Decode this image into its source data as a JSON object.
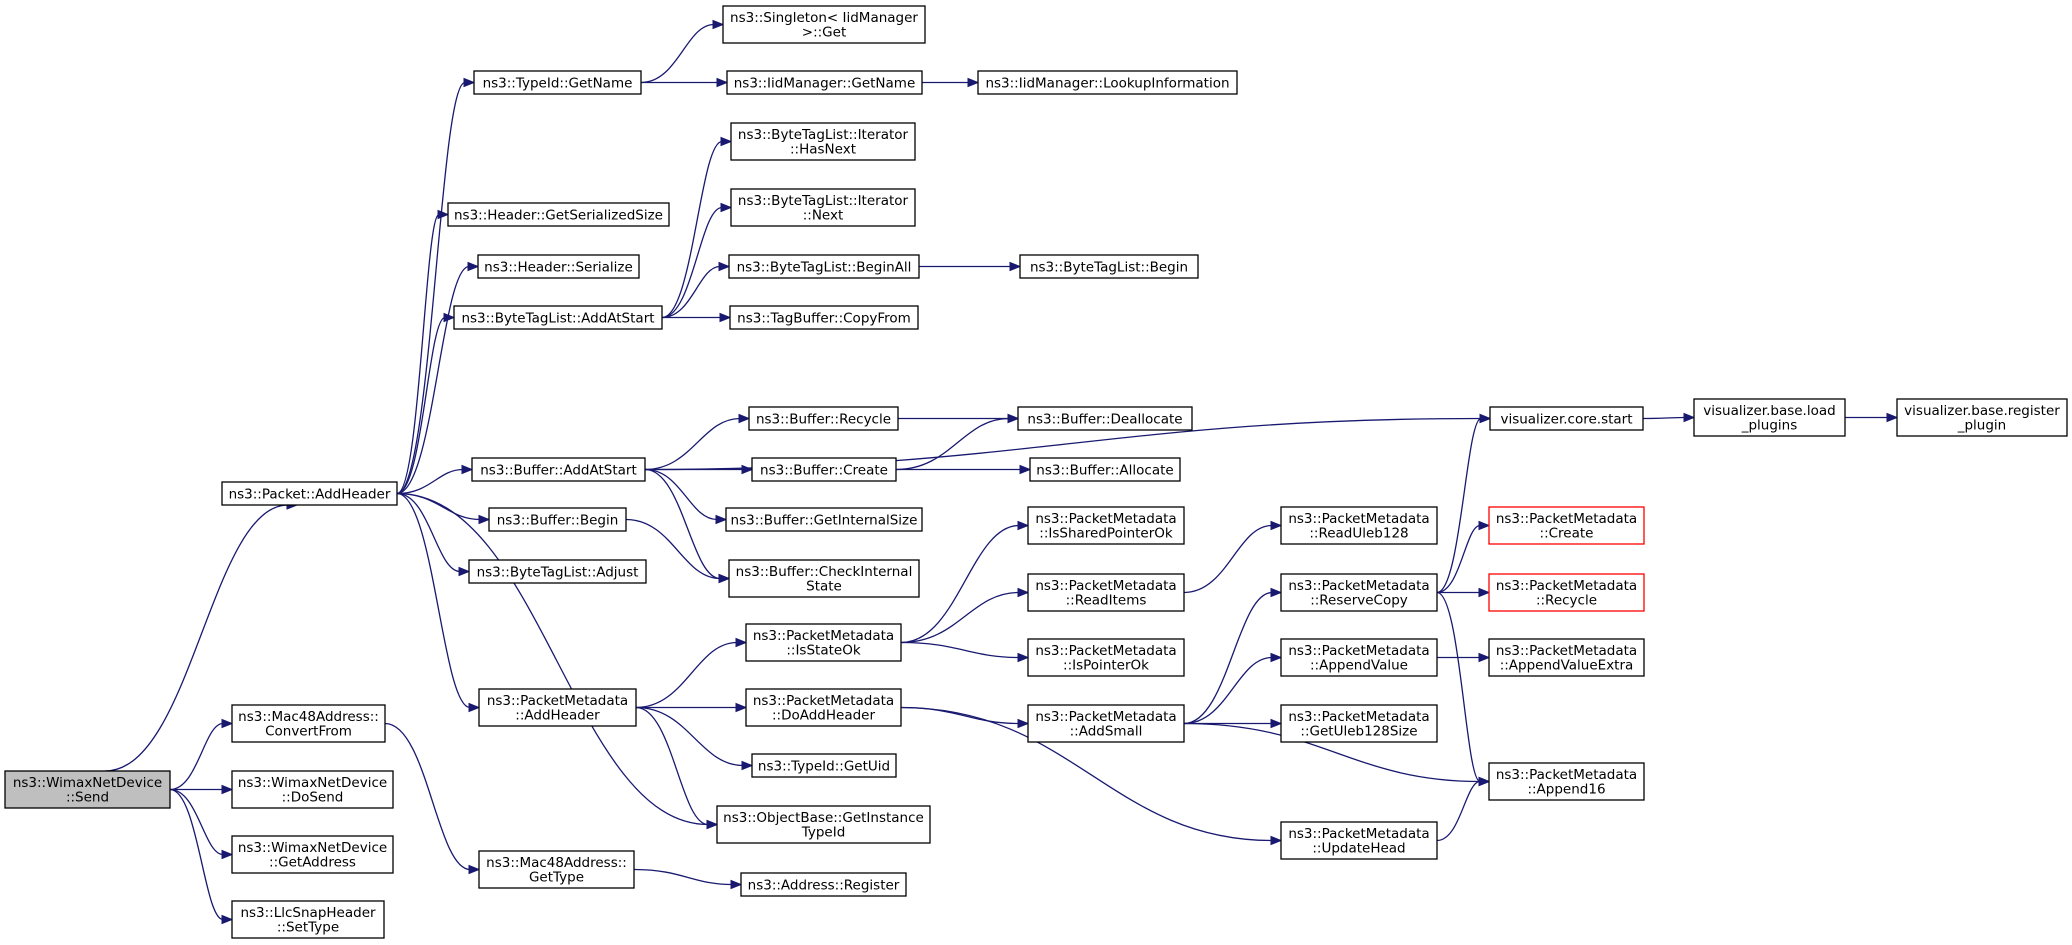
{
  "colors": {
    "edge": "#191970",
    "node_border": "#000000",
    "node_fill": "#ffffff",
    "root_fill": "#bfbfbf",
    "truncated_border": "#ff0000"
  },
  "nodes": [
    {
      "id": "send",
      "lines": [
        "ns3::WimaxNetDevice",
        "::Send"
      ],
      "root": true
    },
    {
      "id": "add_header",
      "lines": [
        "ns3::Packet::AddHeader"
      ]
    },
    {
      "id": "mac_convert",
      "lines": [
        "ns3::Mac48Address::",
        "ConvertFrom"
      ]
    },
    {
      "id": "do_send",
      "lines": [
        "ns3::WimaxNetDevice",
        "::DoSend"
      ]
    },
    {
      "id": "get_address",
      "lines": [
        "ns3::WimaxNetDevice",
        "::GetAddress"
      ]
    },
    {
      "id": "llc_settype",
      "lines": [
        "ns3::LlcSnapHeader",
        "::SetType"
      ]
    },
    {
      "id": "typeid_getname",
      "lines": [
        "ns3::TypeId::GetName"
      ]
    },
    {
      "id": "header_gss",
      "lines": [
        "ns3::Header::GetSerializedSize"
      ]
    },
    {
      "id": "header_serialize",
      "lines": [
        "ns3::Header::Serialize"
      ]
    },
    {
      "id": "btl_addatstart",
      "lines": [
        "ns3::ByteTagList::AddAtStart"
      ]
    },
    {
      "id": "buffer_addatstart",
      "lines": [
        "ns3::Buffer::AddAtStart"
      ]
    },
    {
      "id": "buffer_begin",
      "lines": [
        "ns3::Buffer::Begin"
      ]
    },
    {
      "id": "btl_adjust",
      "lines": [
        "ns3::ByteTagList::Adjust"
      ]
    },
    {
      "id": "pm_addheader",
      "lines": [
        "ns3::PacketMetadata",
        "::AddHeader"
      ]
    },
    {
      "id": "ob_getinstance",
      "lines": [
        "ns3::ObjectBase::GetInstance",
        "TypeId"
      ]
    },
    {
      "id": "mac_gettype",
      "lines": [
        "ns3::Mac48Address::",
        "GetType"
      ]
    },
    {
      "id": "singleton_get",
      "lines": [
        "ns3::Singleton< IidManager",
        " >::Get"
      ]
    },
    {
      "id": "iid_getname",
      "lines": [
        "ns3::IidManager::GetName"
      ]
    },
    {
      "id": "iid_lookup",
      "lines": [
        "ns3::IidManager::LookupInformation"
      ]
    },
    {
      "id": "btl_it_hasnext",
      "lines": [
        "ns3::ByteTagList::Iterator",
        "::HasNext"
      ]
    },
    {
      "id": "btl_it_next",
      "lines": [
        "ns3::ByteTagList::Iterator",
        "::Next"
      ]
    },
    {
      "id": "btl_beginall",
      "lines": [
        "ns3::ByteTagList::BeginAll"
      ]
    },
    {
      "id": "btl_begin",
      "lines": [
        "ns3::ByteTagList::Begin"
      ]
    },
    {
      "id": "tagbuffer_copyfrom",
      "lines": [
        "ns3::TagBuffer::CopyFrom"
      ]
    },
    {
      "id": "buffer_recycle",
      "lines": [
        "ns3::Buffer::Recycle"
      ]
    },
    {
      "id": "buffer_deallocate",
      "lines": [
        "ns3::Buffer::Deallocate"
      ]
    },
    {
      "id": "buffer_create",
      "lines": [
        "ns3::Buffer::Create"
      ]
    },
    {
      "id": "buffer_allocate",
      "lines": [
        "ns3::Buffer::Allocate"
      ]
    },
    {
      "id": "buffer_getinternalsize",
      "lines": [
        "ns3::Buffer::GetInternalSize"
      ]
    },
    {
      "id": "buffer_checkinternal",
      "lines": [
        "ns3::Buffer::CheckInternal",
        "State"
      ]
    },
    {
      "id": "vis_core_start",
      "lines": [
        "visualizer.core.start"
      ]
    },
    {
      "id": "vis_base_load",
      "lines": [
        "visualizer.base.load",
        "_plugins"
      ]
    },
    {
      "id": "vis_base_register",
      "lines": [
        "visualizer.base.register",
        "_plugin"
      ]
    },
    {
      "id": "pm_isstateok",
      "lines": [
        "ns3::PacketMetadata",
        "::IsStateOk"
      ]
    },
    {
      "id": "pm_doaddheader",
      "lines": [
        "ns3::PacketMetadata",
        "::DoAddHeader"
      ]
    },
    {
      "id": "typeid_getuid",
      "lines": [
        "ns3::TypeId::GetUid"
      ]
    },
    {
      "id": "address_register",
      "lines": [
        "ns3::Address::Register"
      ]
    },
    {
      "id": "pm_issharedpointerok",
      "lines": [
        "ns3::PacketMetadata",
        "::IsSharedPointerOk"
      ]
    },
    {
      "id": "pm_readitems",
      "lines": [
        "ns3::PacketMetadata",
        "::ReadItems"
      ]
    },
    {
      "id": "pm_ispointerok",
      "lines": [
        "ns3::PacketMetadata",
        "::IsPointerOk"
      ]
    },
    {
      "id": "pm_addsmall",
      "lines": [
        "ns3::PacketMetadata",
        "::AddSmall"
      ]
    },
    {
      "id": "pm_readuleb128",
      "lines": [
        "ns3::PacketMetadata",
        "::ReadUleb128"
      ]
    },
    {
      "id": "pm_reservecopy",
      "lines": [
        "ns3::PacketMetadata",
        "::ReserveCopy"
      ]
    },
    {
      "id": "pm_appendvalue",
      "lines": [
        "ns3::PacketMetadata",
        "::AppendValue"
      ]
    },
    {
      "id": "pm_getuleb128size",
      "lines": [
        "ns3::PacketMetadata",
        "::GetUleb128Size"
      ]
    },
    {
      "id": "pm_updatehead",
      "lines": [
        "ns3::PacketMetadata",
        "::UpdateHead"
      ]
    },
    {
      "id": "pm_create",
      "lines": [
        "ns3::PacketMetadata",
        "::Create"
      ],
      "truncated": true
    },
    {
      "id": "pm_recycle",
      "lines": [
        "ns3::PacketMetadata",
        "::Recycle"
      ],
      "truncated": true
    },
    {
      "id": "pm_appendvalueextra",
      "lines": [
        "ns3::PacketMetadata",
        "::AppendValueExtra"
      ]
    },
    {
      "id": "pm_append16",
      "lines": [
        "ns3::PacketMetadata",
        "::Append16"
      ]
    }
  ],
  "edges": [
    {
      "from": "send",
      "to": "add_header"
    },
    {
      "from": "send",
      "to": "mac_convert"
    },
    {
      "from": "send",
      "to": "do_send"
    },
    {
      "from": "send",
      "to": "get_address"
    },
    {
      "from": "send",
      "to": "llc_settype"
    },
    {
      "from": "add_header",
      "to": "typeid_getname"
    },
    {
      "from": "add_header",
      "to": "header_gss"
    },
    {
      "from": "add_header",
      "to": "header_serialize"
    },
    {
      "from": "add_header",
      "to": "btl_addatstart"
    },
    {
      "from": "add_header",
      "to": "buffer_addatstart"
    },
    {
      "from": "add_header",
      "to": "buffer_begin"
    },
    {
      "from": "add_header",
      "to": "btl_adjust"
    },
    {
      "from": "add_header",
      "to": "pm_addheader"
    },
    {
      "from": "add_header",
      "to": "ob_getinstance"
    },
    {
      "from": "mac_convert",
      "to": "mac_gettype"
    },
    {
      "from": "typeid_getname",
      "to": "singleton_get"
    },
    {
      "from": "typeid_getname",
      "to": "iid_getname"
    },
    {
      "from": "iid_getname",
      "to": "iid_lookup"
    },
    {
      "from": "btl_addatstart",
      "to": "btl_it_hasnext"
    },
    {
      "from": "btl_addatstart",
      "to": "btl_it_next"
    },
    {
      "from": "btl_addatstart",
      "to": "btl_beginall"
    },
    {
      "from": "btl_addatstart",
      "to": "tagbuffer_copyfrom"
    },
    {
      "from": "btl_beginall",
      "to": "btl_begin"
    },
    {
      "from": "buffer_addatstart",
      "to": "vis_core_start"
    },
    {
      "from": "buffer_addatstart",
      "to": "buffer_recycle"
    },
    {
      "from": "buffer_addatstart",
      "to": "buffer_create"
    },
    {
      "from": "buffer_addatstart",
      "to": "buffer_getinternalsize"
    },
    {
      "from": "buffer_addatstart",
      "to": "buffer_checkinternal"
    },
    {
      "from": "buffer_recycle",
      "to": "buffer_deallocate"
    },
    {
      "from": "buffer_create",
      "to": "buffer_deallocate"
    },
    {
      "from": "buffer_create",
      "to": "buffer_allocate"
    },
    {
      "from": "buffer_begin",
      "to": "buffer_checkinternal"
    },
    {
      "from": "vis_core_start",
      "to": "vis_base_load"
    },
    {
      "from": "vis_base_load",
      "to": "vis_base_register"
    },
    {
      "from": "pm_addheader",
      "to": "pm_isstateok"
    },
    {
      "from": "pm_addheader",
      "to": "pm_doaddheader"
    },
    {
      "from": "pm_addheader",
      "to": "typeid_getuid"
    },
    {
      "from": "pm_addheader",
      "to": "ob_getinstance"
    },
    {
      "from": "mac_gettype",
      "to": "address_register"
    },
    {
      "from": "pm_isstateok",
      "to": "pm_issharedpointerok"
    },
    {
      "from": "pm_isstateok",
      "to": "pm_readitems"
    },
    {
      "from": "pm_isstateok",
      "to": "pm_ispointerok"
    },
    {
      "from": "pm_readitems",
      "to": "pm_readuleb128"
    },
    {
      "from": "pm_doaddheader",
      "to": "pm_addsmall"
    },
    {
      "from": "pm_doaddheader",
      "to": "pm_updatehead"
    },
    {
      "from": "pm_addsmall",
      "to": "pm_reservecopy"
    },
    {
      "from": "pm_addsmall",
      "to": "pm_appendvalue"
    },
    {
      "from": "pm_addsmall",
      "to": "pm_getuleb128size"
    },
    {
      "from": "pm_addsmall",
      "to": "pm_append16"
    },
    {
      "from": "pm_reservecopy",
      "to": "vis_core_start"
    },
    {
      "from": "pm_reservecopy",
      "to": "pm_create"
    },
    {
      "from": "pm_reservecopy",
      "to": "pm_recycle"
    },
    {
      "from": "pm_reservecopy",
      "to": "pm_append16"
    },
    {
      "from": "pm_appendvalue",
      "to": "pm_appendvalueextra"
    },
    {
      "from": "pm_updatehead",
      "to": "pm_append16"
    }
  ]
}
